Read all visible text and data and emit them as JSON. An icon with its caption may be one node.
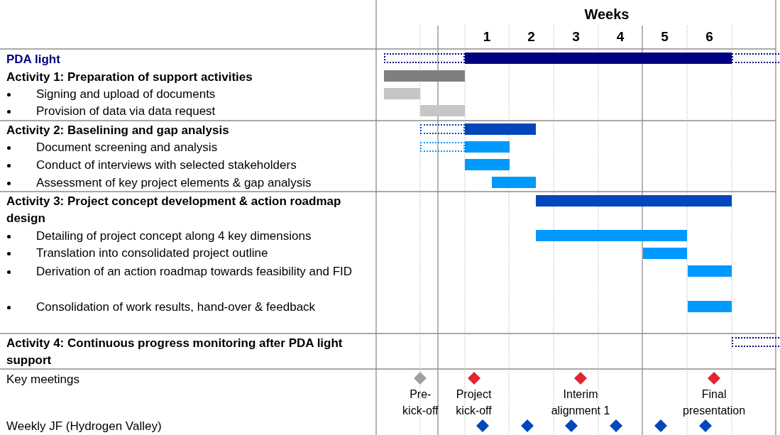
{
  "diagram": {
    "nodes": [
      {
        "text": [],
        "shape": "box"
      },
      {
        "text": [],
        "shape": "bar"
      },
      {
        "text": [],
        "shape": "box"
      },
      {
        "text": [],
        "shape": "bar"
      },
      {
        "text": [],
        "shape": "bar"
      },
      {
        "text": [],
        "shape": "bar"
      },
      {
        "text": [],
        "shape": "box"
      },
      {
        "text": [],
        "shape": "bar"
      },
      {
        "text": [],
        "shape": "box"
      },
      {
        "text": [],
        "shape": "bar"
      },
      {
        "text": [],
        "shape": "bar"
      },
      {
        "text": [],
        "shape": "bar"
      },
      {
        "text": [],
        "shape": "bar"
      },
      {
        "text": [],
        "shape": "bar"
      },
      {
        "text": [],
        "shape": "bar"
      },
      {
        "text": [],
        "shape": "bar"
      },
      {
        "text": [],
        "shape": "bar"
      },
      {
        "text": [],
        "shape": "box"
      },
      {
        "text": [],
        "shape": "diamond",
        "beside": [
          "Pre-kick-off"
        ]
      },
      {
        "text": [],
        "shape": "diamond",
        "beside": [
          "Project kick-off"
        ]
      },
      {
        "text": [],
        "shape": "diamond",
        "beside": [
          "Interim alignment 1"
        ]
      },
      {
        "text": [],
        "shape": "diamond",
        "beside": [
          "Final presentation"
        ]
      },
      {
        "text": [],
        "shape": "diamond"
      },
      {
        "text": [],
        "shape": "diamond"
      },
      {
        "text": [],
        "shape": "diamond"
      },
      {
        "text": [],
        "shape": "diamond"
      },
      {
        "text": [],
        "shape": "diamond"
      },
      {
        "text": [],
        "shape": "diamond"
      }
    ],
    "labels": [
      "Weeks",
      "1",
      "2",
      "3",
      "4",
      "5",
      "6",
      "PDA light",
      "Activity 1: Preparation of support activities",
      "Signing and upload of documents",
      "Provision of data via data request",
      "Activity 2: Baselining and gap analysis",
      "Document screening and analysis",
      "Conduct of interviews with selected stakeholders",
      "Assessment of key project elements & gap analysis",
      "Activity 3: Project concept development & action roadmap design",
      "Detailing of project concept along 4 key dimensions",
      "Translation into consolidated project outline",
      "Derivation of an action roadmap towards feasibility and FID",
      "Consolidation of work results, hand-over & feedback",
      "Activity 4: Continuous progress monitoring after PDA light support",
      "Key meetings",
      "Weekly JF (Hydrogen Valley)"
    ]
  }
}
